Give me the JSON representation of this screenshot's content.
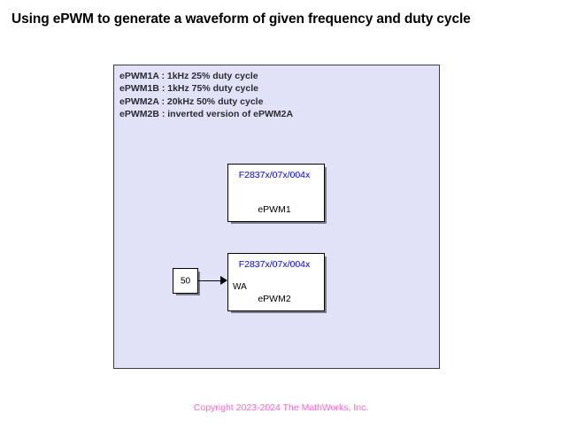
{
  "title": "Using ePWM to generate a waveform of given frequency and duty cycle",
  "canvas": {
    "annotation": {
      "lines": [
        "ePWM1A : 1kHz 25% duty cycle",
        "ePWM1B : 1kHz 75% duty cycle",
        "ePWM2A : 20kHz 50% duty cycle",
        "ePWM2B : inverted version of ePWM2A"
      ]
    },
    "blocks": {
      "epwm1": {
        "header": "F2837x/07x/004x",
        "label": "ePWM1"
      },
      "epwm2": {
        "header": "F2837x/07x/004x",
        "label": "ePWM2",
        "input_port": "WA"
      },
      "constant": {
        "value": "50"
      }
    }
  },
  "copyright": "Copyright 2023-2024 The MathWorks, Inc.",
  "colors": {
    "canvas_background": "#e1e1f8",
    "canvas_border": "#3c3c46",
    "block_header_text": "#0000ff",
    "block_fill": "#ffffff",
    "block_border": "#000000",
    "annotation_text": "#2b2b33",
    "copyright_text": "#ff66cc",
    "page_background": "#ffffff"
  }
}
